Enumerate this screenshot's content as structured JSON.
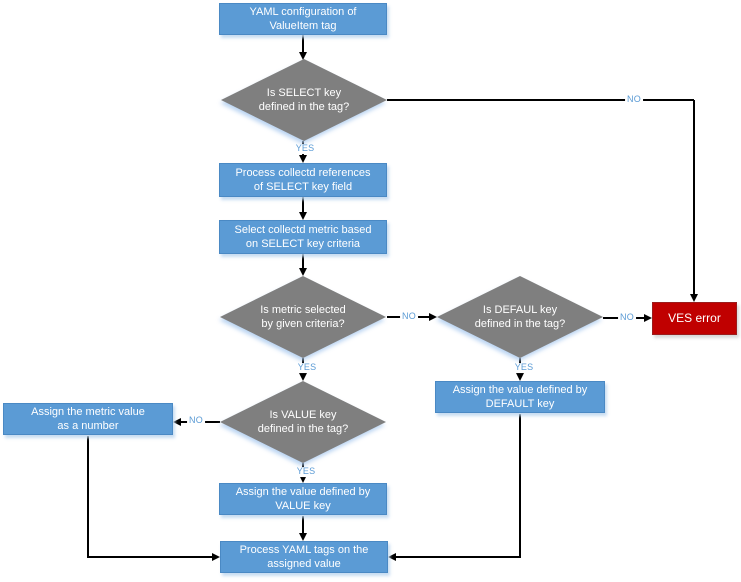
{
  "labels": {
    "yes": "YES",
    "no": "NO"
  },
  "colors": {
    "process_fill": "#5B9BD5",
    "process_border": "#4A89C4",
    "decision_fill": "#7F7F7F",
    "error_fill": "#C00000",
    "error_border": "#9B1C1C",
    "connector": "#000000",
    "branch_label": "#5B9BD5"
  },
  "nodes": {
    "start": {
      "text": [
        "YAML configuration of",
        "ValueItem tag"
      ]
    },
    "decision_select": {
      "text": [
        "Is SELECT key",
        "defined in the tag?"
      ]
    },
    "process_references": {
      "text": [
        "Process collectd references",
        "of SELECT key field"
      ]
    },
    "select_metric": {
      "text": [
        "Select collectd metric based",
        "on SELECT key criteria"
      ]
    },
    "decision_metric": {
      "text": [
        "Is metric selected",
        "by given criteria?"
      ]
    },
    "decision_default": {
      "text": [
        "Is DEFAUL key",
        "defined in the tag?"
      ]
    },
    "ves_error": {
      "text": "VES error"
    },
    "assign_default": {
      "text": [
        "Assign the value defined by",
        "DEFAULT key"
      ]
    },
    "decision_value": {
      "text": [
        "Is VALUE key",
        "defined in the tag?"
      ]
    },
    "assign_metric": {
      "text": [
        "Assign the metric value",
        "as a number"
      ]
    },
    "assign_value": {
      "text": [
        "Assign the value defined by",
        "VALUE key"
      ]
    },
    "process_tags": {
      "text": [
        "Process YAML tags on the",
        "assigned value"
      ]
    }
  }
}
